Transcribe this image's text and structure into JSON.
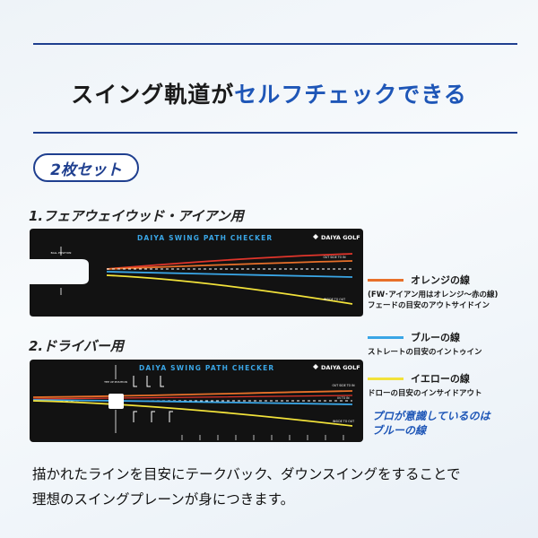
{
  "header": {
    "headline_part1": "スイング軌道が",
    "headline_part2": "セルフチェックできる",
    "accent_color": "#1e56b7",
    "rule_color": "#1f3f8f"
  },
  "badge": {
    "label": "2枚セット"
  },
  "sections": [
    {
      "title": "1.フェアウェイウッド・アイアン用"
    },
    {
      "title": "2.ドライバー用"
    }
  ],
  "mats": [
    {
      "title": "DAIYA SWING PATH CHECKER",
      "brand": "DAIYA GOLF",
      "ball_position": "BALL POSITION",
      "label_out": "OUT SIDE TO IN",
      "label_in": "INSIDE TO OUT",
      "colors": {
        "orange": "#e8702a",
        "red": "#e0352b",
        "blue": "#3aa6e6",
        "yellow": "#f2e23a"
      }
    },
    {
      "title": "DAIYA SWING PATH CHECKER",
      "brand": "DAIYA GOLF",
      "tee_position": "TEE UP POSITION",
      "label_out": "OUT SIDE TO IN",
      "label_mid": "IN TO IN",
      "label_in": "INSIDE TO OUT",
      "colors": {
        "orange": "#e8702a",
        "red": "#e0352b",
        "blue": "#3aa6e6",
        "yellow": "#f2e23a"
      }
    }
  ],
  "legend": [
    {
      "title": "オレンジの線",
      "sub": [
        "(FW･アイアン用はオレンジ～赤の線)",
        "フェードの目安のアウトサイドイン"
      ],
      "color": "#e8702a"
    },
    {
      "title": "ブルーの線",
      "sub": [
        "ストレートの目安のイントゥイン"
      ],
      "color": "#3aa6e6"
    },
    {
      "title": "イエローの線",
      "sub": [
        "ドローの目安のインサイドアウト"
      ],
      "color": "#f2e23a"
    }
  ],
  "note": {
    "line1": "プロが意識しているのは",
    "line2": "ブルーの線"
  },
  "caption": {
    "line1": "描かれたラインを目安にテークバック、ダウンスイングをすることで",
    "line2": "理想のスイングプレーンが身につきます。"
  }
}
